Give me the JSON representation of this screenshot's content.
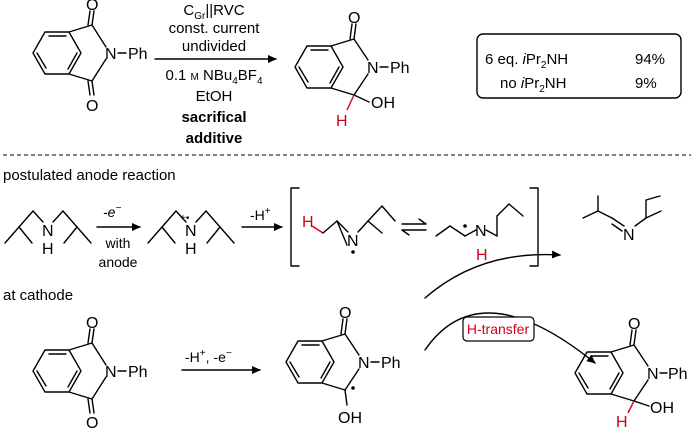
{
  "colors": {
    "ink": "#000000",
    "highlight": "#d0021b"
  },
  "atoms": {
    "O": "O",
    "N": "N",
    "H": "H",
    "OH": "OH",
    "Ph": "Ph"
  },
  "conditions": {
    "electrodes": "C",
    "electrodes_sub": "Gr",
    "electrodes_rest": "||RVC",
    "line2": "const. current",
    "line3": "undivided",
    "electrolyte_prefix": "0.1 ",
    "electrolyte_unit": "M",
    "electrolyte_salt": " NBu",
    "electrolyte_sub1": "4",
    "electrolyte_salt2": "BF",
    "electrolyte_sub2": "4",
    "solvent": "EtOH",
    "additive_line1": "sacrifical",
    "additive_line2": "additive"
  },
  "results": {
    "row1_eq": "6 eq. ",
    "row1_i": "i",
    "row1_pr": "Pr",
    "row1_sub": "2",
    "row1_nh": "NH",
    "row1_yield": "94%",
    "row2_no": "no ",
    "row2_i": "i",
    "row2_pr": "Pr",
    "row2_sub": "2",
    "row2_nh": "NH",
    "row2_yield": "9%"
  },
  "anode": {
    "heading": "postulated anode reaction",
    "step1_label": "-e",
    "step1_sup": "−",
    "step1_with": "with",
    "step1_anode": "anode",
    "radical_cation_sup": "+•",
    "step2_label": "-H",
    "step2_sup": "+"
  },
  "cathode": {
    "heading": "at cathode",
    "step_label": "-H",
    "step_sup": "+",
    "step_rest": ", -e",
    "step_sup2": "−",
    "htransfer": "H-transfer"
  }
}
